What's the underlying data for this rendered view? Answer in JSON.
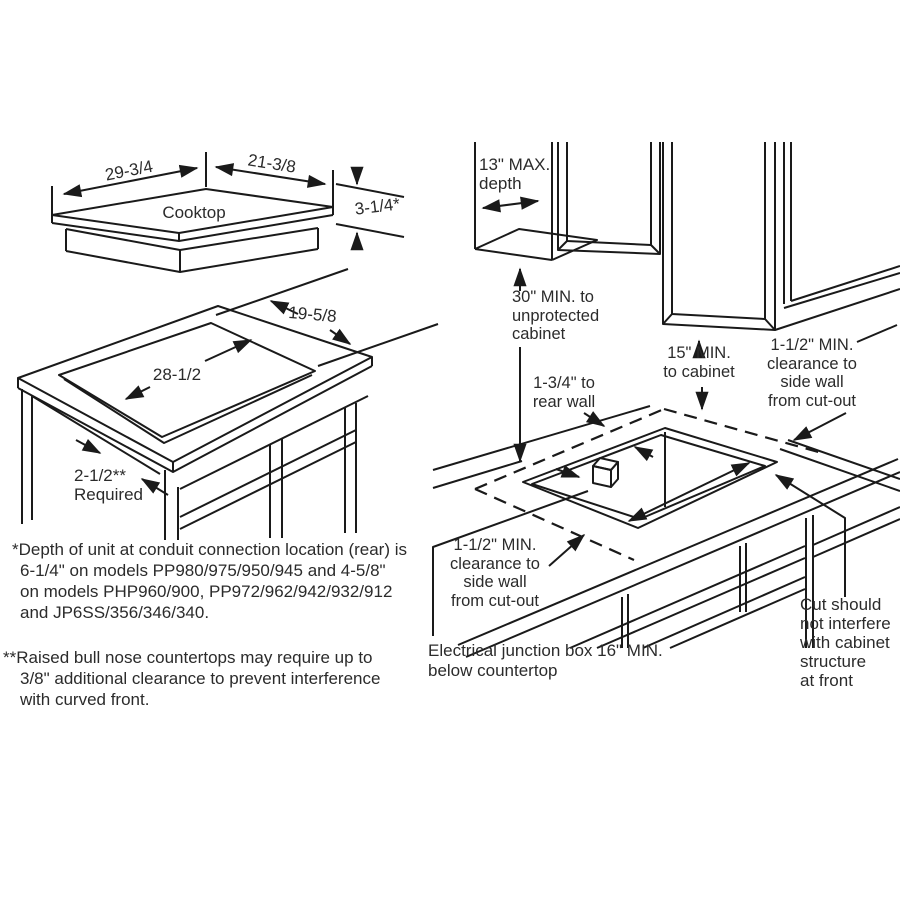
{
  "figure": {
    "title_implicit": "Cooktop installation dimensions diagram",
    "cooktop_view": {
      "label": "Cooktop",
      "dim_width": "29-3/4",
      "dim_depth": "21-3/8",
      "dim_height": "3-1/4*"
    },
    "cutout_view": {
      "dim_cutout_depth": "19-5/8",
      "dim_cutout_width": "28-1/2",
      "dim_front_rail": {
        "lines": [
          "2-1/2**",
          "Required"
        ]
      }
    },
    "install_view": {
      "max_depth": {
        "lines": [
          "13\" MAX.",
          "depth"
        ]
      },
      "min_30": {
        "lines": [
          "30\" MIN. to",
          "unprotected",
          "cabinet"
        ]
      },
      "min_15": {
        "lines": [
          "15\" MIN.",
          "to cabinet"
        ]
      },
      "clearance_right": {
        "lines": [
          "1-1/2\" MIN.",
          "clearance to",
          "side wall",
          "from cut-out"
        ]
      },
      "rear_wall": {
        "lines": [
          "1-3/4\" to",
          "rear wall"
        ]
      },
      "clearance_left": {
        "lines": [
          "1-1/2\" MIN.",
          "clearance to",
          "side wall",
          "from cut-out"
        ]
      },
      "junction_box": {
        "lines": [
          "Electrical junction box 16\" MIN.",
          "below countertop"
        ]
      },
      "cut_note": {
        "lines": [
          "Cut should",
          "not interfere",
          "with cabinet",
          "structure",
          "at front"
        ]
      }
    },
    "footnotes": {
      "fn1": {
        "lines": [
          "*Depth of unit at conduit connection location (rear) is",
          "6-1/4\" on models PP980/975/950/945 and 4-5/8\"",
          "on models PHP960/900, PP972/962/942/932/912",
          "and JP6SS/356/346/340."
        ]
      },
      "fn2": {
        "lines": [
          "**Raised bull nose countertops may require up to",
          "3/8\" additional clearance to prevent interference",
          "with curved front."
        ]
      }
    },
    "colors": {
      "line": "#1a1a1a",
      "text": "#2b2b2b",
      "background": "#ffffff"
    }
  }
}
